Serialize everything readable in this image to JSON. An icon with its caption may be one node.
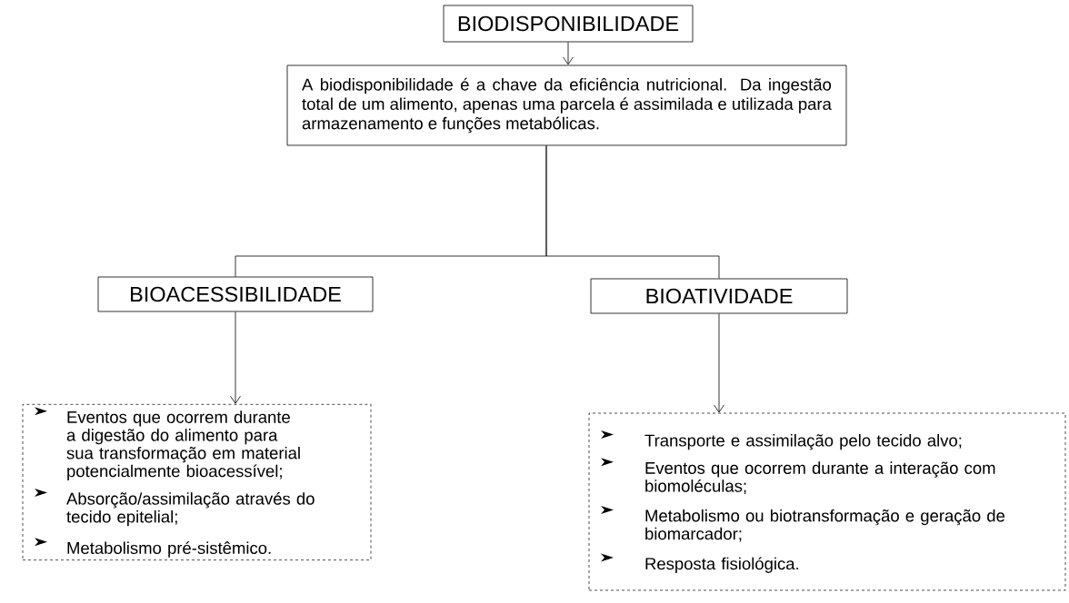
{
  "diagram": {
    "nodes": [
      {
        "text": [
          "BIODISPONIBILIDADE"
        ]
      },
      {
        "text": [
          "A biodisponibilidade é a chave da eficiência nutricional.  Da ingestão total de um alimento, apenas uma parcela é assimilada e utilizada para armazenamento e funções metabólicas."
        ]
      },
      {
        "text": [
          "BIOACESSIBILIDADE"
        ]
      },
      {
        "text": [
          "BIOATIVIDADE"
        ]
      },
      {
        "text": [
          "Eventos que ocorrem durante a digestão do alimento para sua transformação em material potencialmente bioacessível;",
          "Absorção/assimilação através do tecido epitelial;",
          "Metabolismo pré-sistêmico."
        ]
      },
      {
        "text": [
          "Transporte e assimilação pelo tecido alvo;",
          "Eventos que ocorrem durante a interação com biomoléculas;",
          "Metabolismo ou biotransformação e geração de biomarcador;",
          "Resposta fisiológica."
        ]
      }
    ],
    "edges": [
      {
        "from": 0,
        "to": 1,
        "arrow": "to"
      },
      {
        "from": 1,
        "to": 2,
        "arrow": "none"
      },
      {
        "from": 1,
        "to": 3,
        "arrow": "none"
      },
      {
        "from": 2,
        "to": 4,
        "arrow": "to"
      },
      {
        "from": 3,
        "to": 5,
        "arrow": "to"
      }
    ]
  }
}
